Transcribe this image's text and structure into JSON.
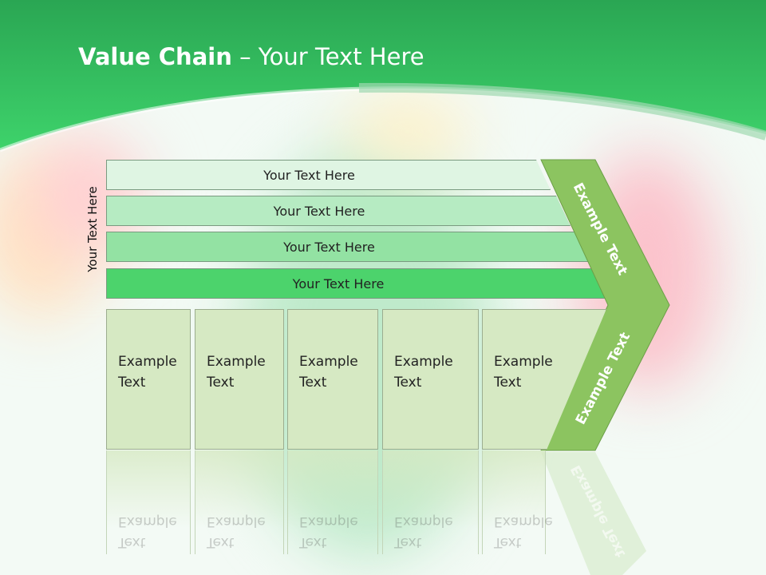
{
  "title": {
    "bold": "Value Chain",
    "rest": " – Your Text Here"
  },
  "side_label": "Your Text Here",
  "support_bands": [
    {
      "label": "Your Text Here",
      "color": "#dff5e3"
    },
    {
      "label": "Your Text Here",
      "color": "#b6ebc2"
    },
    {
      "label": "Your Text Here",
      "color": "#93e2a3"
    },
    {
      "label": "Your Text Here",
      "color": "#4cd36c"
    }
  ],
  "activities": [
    {
      "line1": "Example",
      "line2": "Text"
    },
    {
      "line1": "Example",
      "line2": "Text"
    },
    {
      "line1": "Example",
      "line2": "Text"
    },
    {
      "line1": "Example",
      "line2": "Text"
    },
    {
      "line1": "Example",
      "line2": "Text"
    }
  ],
  "chevron": {
    "upper_label": "Example Text",
    "lower_label": "Example Text",
    "color": "#8cc460"
  },
  "colors": {
    "header_green": "#2db357",
    "accent_green": "#3ed36b"
  }
}
